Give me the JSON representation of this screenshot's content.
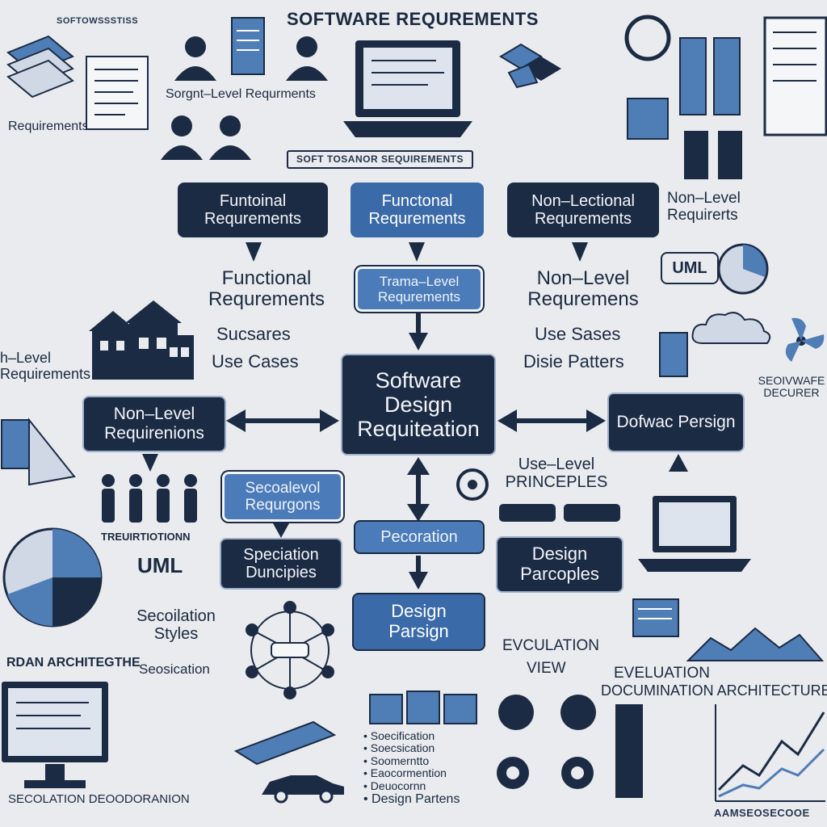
{
  "header": {
    "title": "SOFTWARE REQUREMENTS",
    "top_left": "SOFTOWSSSTISS",
    "top_center_sub": "Sorgnt–Level Requrments",
    "left_label": "Requirements",
    "center_band": "SOFT TOSANOR SEQUIREMENTS"
  },
  "top_row": {
    "left": "Funtoinal Requrements",
    "center": "Functonal Requrements",
    "right": "Non–Lectional Requrements",
    "far_right": "Non–Level Requirerts"
  },
  "second_row": {
    "center": "Trama–Level Requrements",
    "left_text": "Functional Requrements",
    "left_bullet1": "Sucsares",
    "left_bullet2": "Use Cases",
    "right_text": "Non–Level Requremens",
    "right_bullet1": "Use Sases",
    "right_bullet2": "Disie Patters",
    "uml": "UML"
  },
  "center": {
    "main": "Software Design Requiteation",
    "left_box": "Non–Level Requirenions",
    "right_box": "Dofwac Persign",
    "left_edge": "h–Level Requirements",
    "right_edge": "SEOIVWAFE DECURER"
  },
  "lower": {
    "left_box": "Secoalevol Requrgons",
    "center_box": "Pecoration",
    "use_level": "Use–Level PRINCEPLES",
    "spec_box": "Speciation Duncipies",
    "design_box_right": "Design Parcoples",
    "design_box_center": "Design Parsign",
    "uml_left": "UML",
    "spec_styles": "Secoilation Styles",
    "seosication": "Seosication",
    "evaluation": "EVCULATION",
    "view": "VIEW",
    "evaluation2": "EVELUATION",
    "documentation": "DOCUMINATION ARCHITECTURE",
    "arch_left": "RDAN ARCHITEGTHE",
    "tree_label": "TREUIRTIOTIONN"
  },
  "list": {
    "items": [
      "Soecification",
      "Soecsication",
      "Soomerntto",
      "Eaocormention",
      "Deuocornn",
      "Design Partens"
    ]
  },
  "footer": {
    "left": "SECOLATION DEOODORANION",
    "right": "AAMSEOSECOOE"
  }
}
